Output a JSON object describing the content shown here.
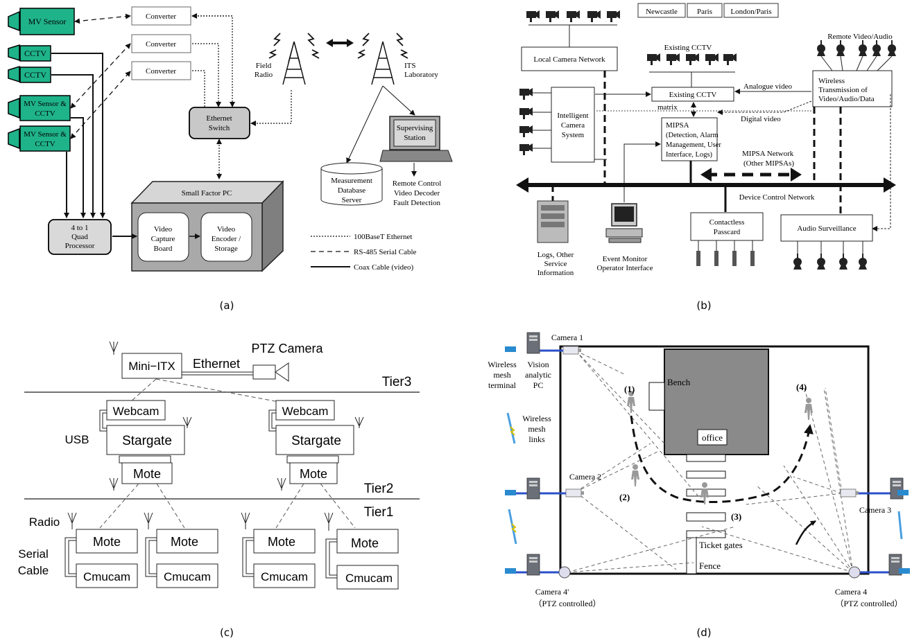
{
  "panels": {
    "a": {
      "caption": "(a)",
      "mv_sensor": "MV Sensor",
      "cctv": "CCTV",
      "mv_cctv_line1": "MV Sensor &",
      "mv_cctv_line2": "CCTV",
      "converter": "Converter",
      "ethernet_switch_line1": "Ethernet",
      "ethernet_switch_line2": "Switch",
      "field_radio_line1": "Field",
      "field_radio_line2": "Radio",
      "its_lab_line1": "ITS",
      "its_lab_line2": "Laboratory",
      "supervising_line1": "Supervising",
      "supervising_line2": "Station",
      "db_line1": "Measurement",
      "db_line2": "Database",
      "db_line3": "Server",
      "remote_line1": "Remote Control",
      "remote_line2": "Video Decoder",
      "remote_line3": "Fault Detection",
      "small_pc": "Small Factor PC",
      "vcb_line1": "Video",
      "vcb_line2": "Capture",
      "vcb_line3": "Board",
      "ves_line1": "Video",
      "ves_line2": "Encoder /",
      "ves_line3": "Storage",
      "quad_line1": "4 to 1",
      "quad_line2": "Quad",
      "quad_line3": "Processor",
      "legend_ethernet": "100BaseT Ethernet",
      "legend_rs485": "RS-485 Serial Cable",
      "legend_coax": "Coax Cable (video)"
    },
    "b": {
      "caption": "(b)",
      "cities": [
        "Newcastle",
        "Paris",
        "London/Paris"
      ],
      "local_camera_network": "Local Camera Network",
      "existing_cctv_title": "Existing CCTV",
      "existing_cctv_box": "Existing CCTV",
      "matrix": "matrix",
      "remote_av": "Remote Video/Audio",
      "wireless_line1": "Wireless",
      "wireless_line2": "Transmission of",
      "wireless_line3": "Video/Audio/Data",
      "analogue_video": "Analogue video",
      "digital_video": "Digital video",
      "ics_line1": "Intelligent",
      "ics_line2": "Camera",
      "ics_line3": "System",
      "mipsa_line1": "MIPSA",
      "mipsa_line2": "(Detection, Alarm",
      "mipsa_line3": "Management, User",
      "mipsa_line4": "Interface, Logs)",
      "mipsa_net_line1": "MIPSA  Network",
      "mipsa_net_line2": "(Other MIPSAs)",
      "device_control_network": "Device Control Network",
      "passcard_line1": "Contactless",
      "passcard_line2": "Passcard",
      "audio_surveillance": "Audio Surveillance",
      "logs_line1": "Logs, Other",
      "logs_line2": "Service",
      "logs_line3": "Information",
      "event_line1": "Event Monitor",
      "event_line2": "Operator Interface"
    },
    "c": {
      "caption": "(c)",
      "mini_itx": "Mini−ITX",
      "ethernet": "Ethernet",
      "ptz_camera": "PTZ Camera",
      "tier3": "Tier3",
      "tier2": "Tier2",
      "tier1": "Tier1",
      "webcam": "Webcam",
      "stargate": "Stargate",
      "mote": "Mote",
      "cmucam": "Cmucam",
      "usb": "USB",
      "radio": "Radio",
      "serial_line1": "Serial",
      "serial_line2": "Cable"
    },
    "d": {
      "caption": "(d)",
      "camera1": "Camera 1",
      "camera2": "Camera 2",
      "camera3": "Camera 3",
      "camera4": "Camera 4",
      "camera4p": "Camera 4'",
      "ptz_controlled": "（PTZ controlled）",
      "wmt_line1": "Wireless",
      "wmt_line2": "mesh",
      "wmt_line3": "terminal",
      "vapc_line1": "Vision",
      "vapc_line2": "analytic",
      "vapc_line3": "PC",
      "wml_line1": "Wireless",
      "wml_line2": "mesh",
      "wml_line3": "links",
      "bench": "Bench",
      "office": "office",
      "ticket_gates": "Ticket gates",
      "fence": "Fence",
      "p1": "(1)",
      "p2": "(2)",
      "p3": "(3)",
      "p4": "(4)"
    }
  },
  "colors": {
    "sensor_green": "#1fb38a",
    "switch_gray": "#c8c8c8",
    "box_gray": "#a9a9a9",
    "office_gray": "#8a8a8a",
    "ink": "#111111"
  }
}
